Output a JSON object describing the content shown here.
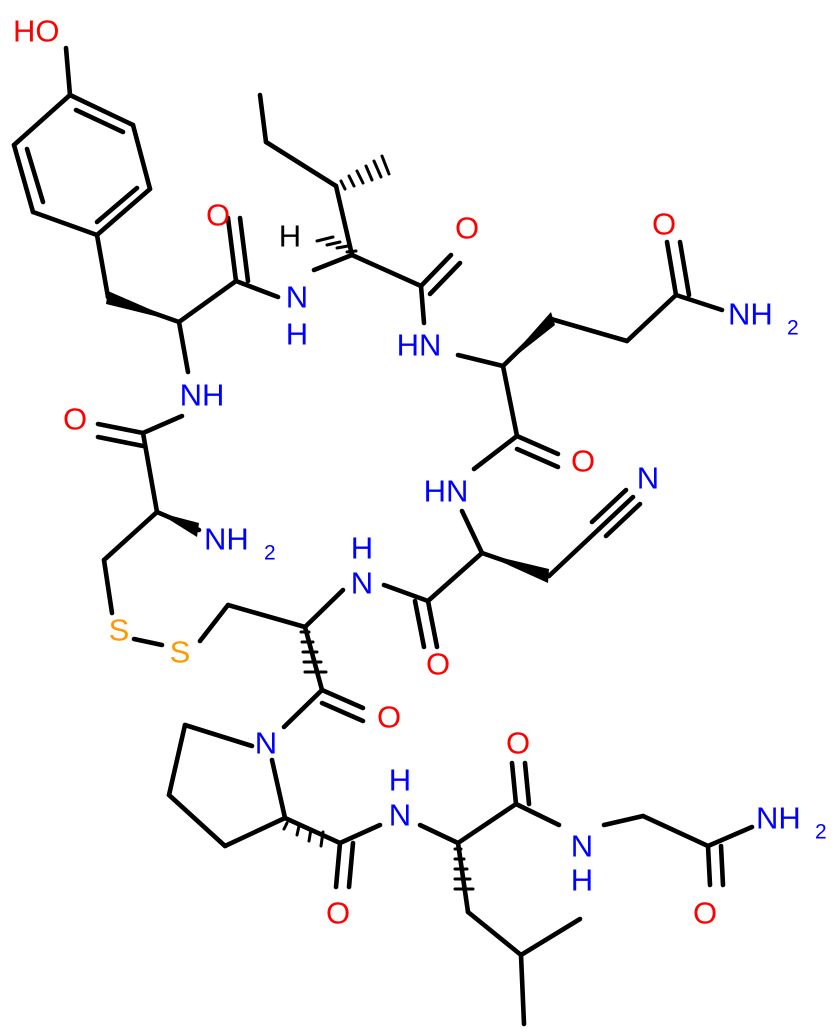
{
  "molecule": {
    "colors": {
      "bond": "#000000",
      "oxygen": "#ff0000",
      "nitrogen": "#0000ff",
      "sulfur": "#ff9900",
      "hydrogen": "#000000"
    },
    "labels": {
      "hydroxyl": "HO",
      "o_tyr_carbonyl": "O",
      "o_cys_carbonyl": "O",
      "o_ile_carbonyl": "O",
      "o_gln_side": "O",
      "o_gln_carbonyl": "O",
      "o_asn_carbonyl": "O",
      "o_cys2_carbonyl": "O",
      "o_pro_carbonyl": "O",
      "o_leu_carbonyl": "O",
      "o_gly_carbonyl": "O",
      "nh_tyr": "NH",
      "nh_ile": "N",
      "nh_ile_h": "H",
      "nh_gln": "HN",
      "nh_asn": "HN",
      "nh_cys2_h": "H",
      "nh_cys2": "N",
      "n_pro": "N",
      "nh_leu_h": "H",
      "nh_leu": "N",
      "nh_gly": "N",
      "nh_gly_h": "H",
      "nitrile_n": "N",
      "nh2_cys": "NH",
      "nh2_gln": "NH",
      "nh2_gly": "NH",
      "sub_2": "2",
      "s1": "S",
      "s2": "S",
      "h_ile": "H"
    }
  }
}
